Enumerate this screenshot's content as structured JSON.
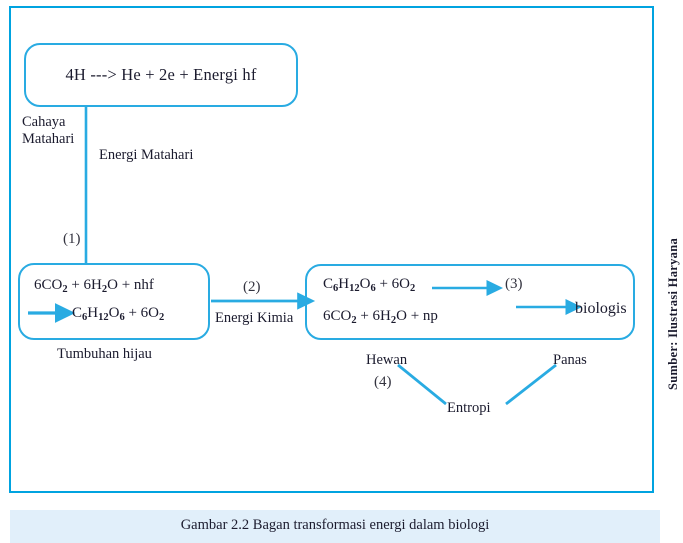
{
  "figure": {
    "caption": "Gambar 2.2 Bagan transformasi energi dalam biologi",
    "source_credit": "Sumber: Ilustrasi Haryana",
    "accent_color": "#29abe2",
    "frame_color": "#00a3e0",
    "caption_band_color": "#e1effa",
    "text_color": "#1b1b2e"
  },
  "nodes": {
    "fusion_box": {
      "equation": "4H ---> He + 2e + Energi hf"
    },
    "photosynthesis_box": {
      "line1_prefix": "6CO",
      "equation_line1": "6CO2 + 6H2O + nhf",
      "equation_line2": "C6H12O6 + 6O2",
      "caption_below": "Tumbuhan hijau"
    },
    "respiration_box": {
      "equation_line1": "C6H12O6 + 6O2",
      "equation_line2": "6CO2 + 6H2O + np",
      "step_label": "(3)",
      "output_label": "biologis"
    }
  },
  "connector_labels": {
    "cahaya_matahari_line1": "Cahaya",
    "cahaya_matahari_line2": "Matahari",
    "energi_matahari": "Energi Matahari",
    "step1": "(1)",
    "step2": "(2)",
    "energi_kimia": "Energi Kimia",
    "step4": "(4)"
  },
  "entropy_group": {
    "hewan": "Hewan",
    "entropi": "Entropi",
    "panas": "Panas"
  },
  "chart_data": {
    "type": "diagram",
    "title": "Gambar 2.2 Bagan transformasi energi dalam biologi",
    "nodes": [
      {
        "id": "fusion",
        "label": "4H ---> He + 2e + Energi hf",
        "shape": "rounded-rect"
      },
      {
        "id": "photosynthesis",
        "label": "6CO2 + 6H2O + nhf -> C6H12O6 + 6O2",
        "shape": "rounded-rect",
        "sublabel": "Tumbuhan hijau"
      },
      {
        "id": "respiration",
        "label": "C6H12O6 + 6O2 -> (3) 6CO2 + 6H2O + np -> biologis",
        "shape": "rounded-rect"
      },
      {
        "id": "hewan",
        "label": "Hewan",
        "shape": "text"
      },
      {
        "id": "entropi",
        "label": "Entropi",
        "shape": "text"
      },
      {
        "id": "panas",
        "label": "Panas",
        "shape": "text"
      }
    ],
    "edges": [
      {
        "from": "fusion",
        "to": "photosynthesis",
        "label": "Energi Matahari",
        "step": "(1)",
        "note": "Cahaya Matahari"
      },
      {
        "from": "photosynthesis",
        "to": "respiration",
        "label": "Energi Kimia",
        "step": "(2)"
      },
      {
        "from": "hewan",
        "to": "entropi",
        "label": "",
        "step": "(4)"
      },
      {
        "from": "panas",
        "to": "entropi",
        "label": "",
        "step": ""
      }
    ]
  }
}
